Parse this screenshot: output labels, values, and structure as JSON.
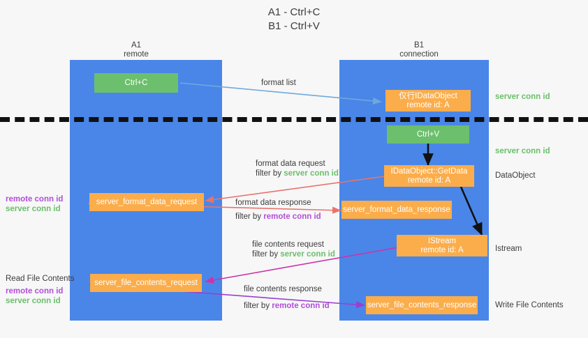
{
  "title": {
    "line1": "A1 - Ctrl+C",
    "line2": "B1 - Ctrl+V"
  },
  "columns": {
    "left": {
      "name": "A1",
      "role": "remote"
    },
    "right": {
      "name": "B1",
      "role": "connection"
    }
  },
  "boxes": {
    "ctrl_c": "Ctrl+C",
    "ctrl_v": "Ctrl+V",
    "idataobject": {
      "line1": "仅行IDataObject",
      "line2": "remote id: A"
    },
    "getdata": {
      "line1": "IDataObject::GetData",
      "line2": "remote id: A"
    },
    "istream": {
      "line1": "IStream",
      "line2": "remote id: A"
    },
    "server_format_data_request": "server_format_data_request",
    "server_format_data_response": "server_format_data_response",
    "server_file_contents_request": "server_file_contents_request",
    "server_file_contents_response": "server_file_contents_response"
  },
  "edge_labels": {
    "format_list": "format list",
    "format_data_request": "format data request",
    "format_data_request_filter_prefix": "filter by ",
    "format_data_request_filter_value": "server conn id",
    "format_data_response": "format data response",
    "format_data_response_filter_prefix": "filter by ",
    "format_data_response_filter_value": "remote conn id",
    "file_contents_request": "file contents request",
    "file_contents_request_filter_prefix": "filter by ",
    "file_contents_request_filter_value": "server conn id",
    "file_contents_response": "file contents response",
    "file_contents_response_filter_prefix": "filter by ",
    "file_contents_response_filter_value": "remote conn id"
  },
  "right_annotations": {
    "server_conn_id_top": "server conn id",
    "server_conn_id_mid": "server conn id",
    "dataobject": "DataObject",
    "istream": "Istream",
    "write_file_contents": "Write File Contents"
  },
  "left_annotations": {
    "remote_conn_id_1": "remote conn id",
    "server_conn_id_1": "server conn id",
    "read_file_contents": "Read File Contents",
    "remote_conn_id_2": "remote conn id",
    "server_conn_id_2": "server conn id"
  },
  "colors": {
    "lane": "#4a86e8",
    "green_box": "#6cbf6c",
    "orange_box": "#fbad4b",
    "green_text": "#6bbf6b",
    "magenta_text": "#b14fd8",
    "arrow_blue": "#6fa8dc",
    "arrow_red": "#e8736c",
    "arrow_black": "#111111",
    "arrow_magenta": "#cc33aa",
    "arrow_purple": "#9a3fd0",
    "background": "#f7f7f7"
  }
}
